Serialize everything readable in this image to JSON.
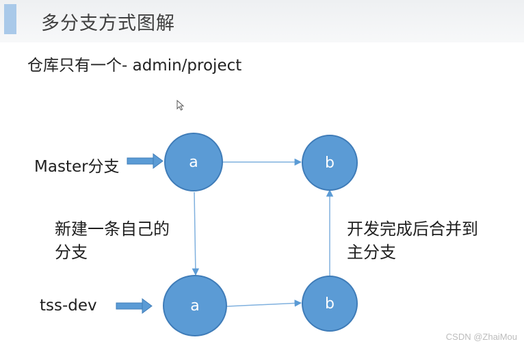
{
  "header": {
    "title": "多分支方式图解"
  },
  "subtitle": "仓库只有一个- admin/project",
  "branches": {
    "master_label": "Master分支",
    "dev_label": "tss-dev"
  },
  "nodes": {
    "master_a": "a",
    "master_b": "b",
    "dev_a": "a",
    "dev_b": "b"
  },
  "notes": {
    "create_line1": "新建一条自己的",
    "create_line2": "分支",
    "merge_line1": "开发完成后合并到",
    "merge_line2": "主分支"
  },
  "colors": {
    "node_fill": "#5b9bd5",
    "node_border": "#3f7cb8",
    "arrow": "#5b9bd5"
  },
  "watermark": "CSDN @ZhaiMou"
}
